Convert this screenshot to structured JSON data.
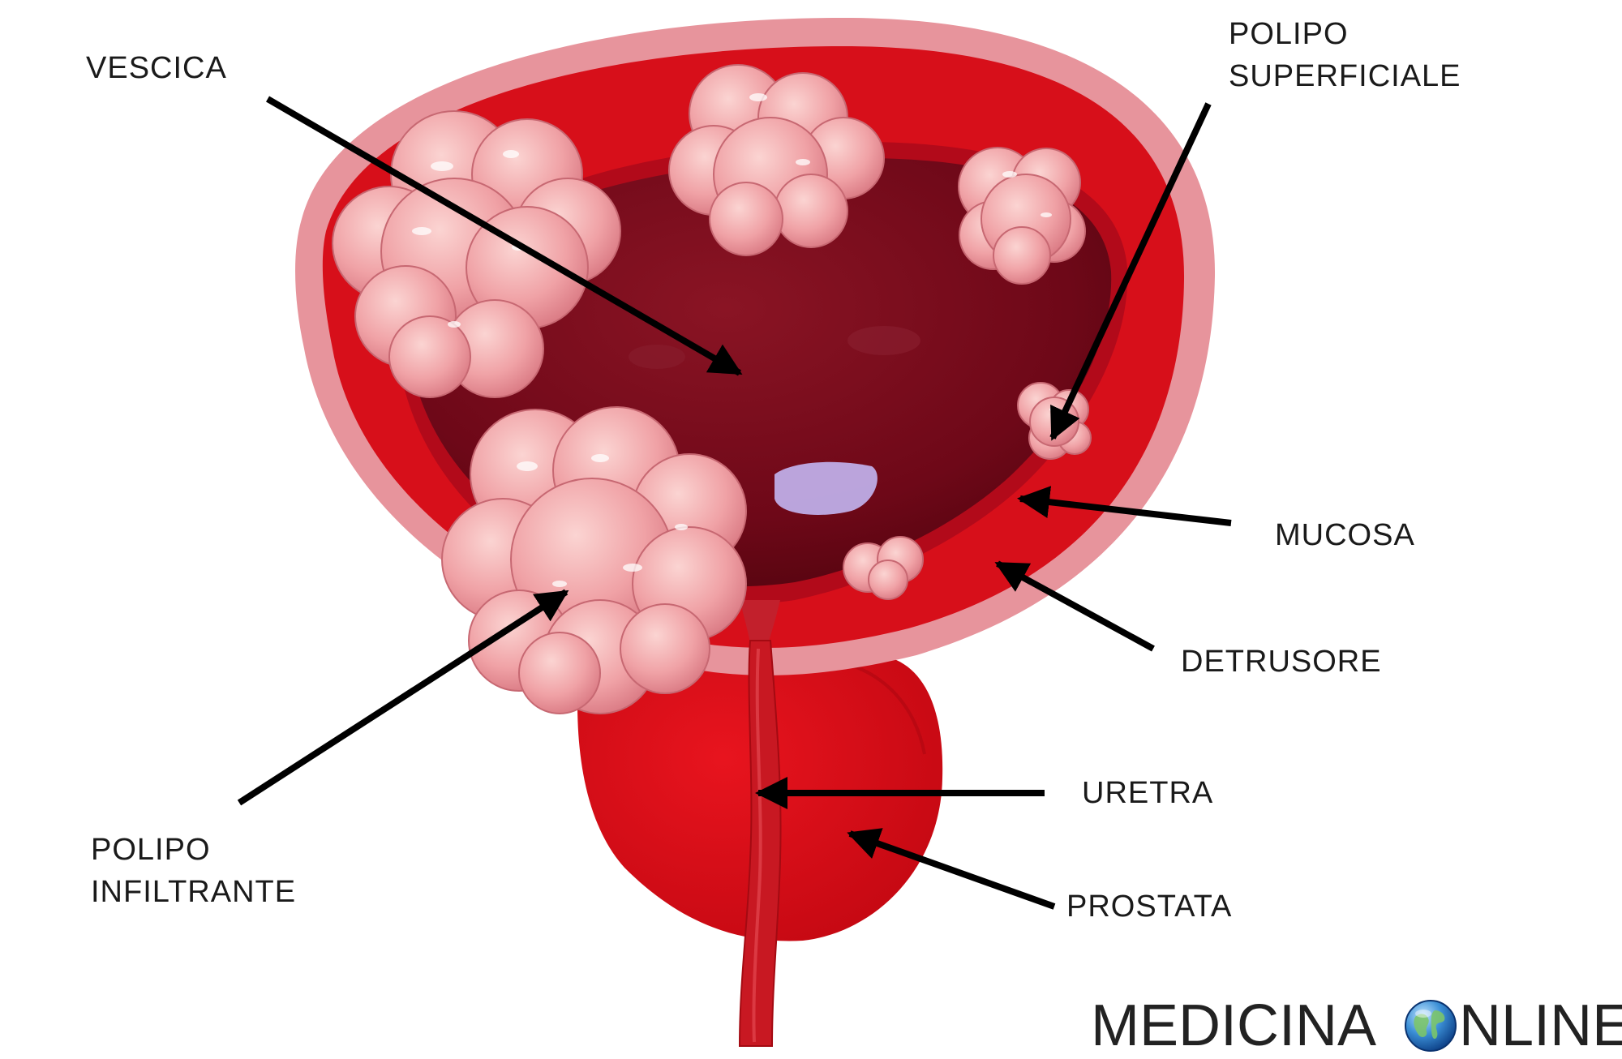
{
  "labels": {
    "vescica": "VESCICA",
    "polipo_superficiale": [
      "POLIPO",
      "SUPERFICIALE"
    ],
    "mucosa": "MUCOSA",
    "detrusore": "DETRUSORE",
    "uretra": "URETRA",
    "prostata": "PROSTATA",
    "polipo_infiltrante": [
      "POLIPO",
      "INFILTRANTE"
    ]
  },
  "watermark": {
    "left": "MEDICINA",
    "right": "NLINE",
    "icon": "globe-icon"
  },
  "colors": {
    "outer_wall": "#e5909a",
    "detrusor": "#d8101a",
    "lumen": "#7c0c1c",
    "prostate": "#e0101a",
    "polyp": "#f0a5a8",
    "arrow": "#000000"
  }
}
